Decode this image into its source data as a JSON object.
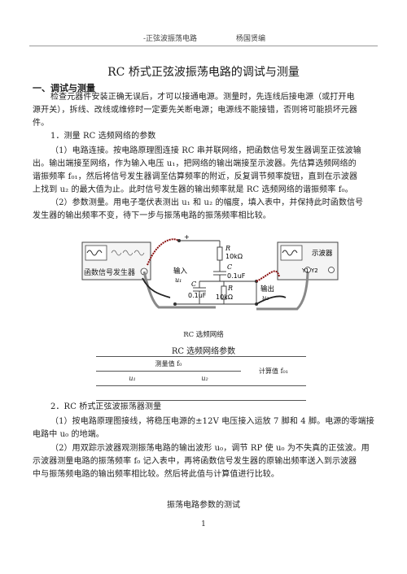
{
  "header": {
    "left": "-正弦波振荡电路",
    "right": "杨国贤编"
  },
  "title": "RC 桥式正弦波振荡电路的调试与测量",
  "section1": {
    "heading": "一、调试与测量",
    "intro": [
      "检查元器件安装正确无误后，才可以接通电源。测量时，先连线后接电源（或打开电",
      "源开关），拆线、改线或维修时一定要先关断电源；电源线不能接错，否则将可能损坏元器",
      "件。"
    ],
    "step1_title": "1．测量 RC 选频网络的参数",
    "step1_p1": [
      "（1）电路连接。按电路原理图连接 RC 串并联网络，把函数信号发生器调至正弦波输",
      "出。输出端接至网络，作为输入电压 u₁，把网络的输出端接至示波器。先估算选频网络的",
      "谐振频率 f₀₁，然后将信号发生器调至估算频率的附近，反复调节频率旋钮，直到在示波器",
      "上找到 u₂ 的最大值为止。此时信号发生器的输出频率就是 RC 选频网络的谐振频率 f₀。"
    ],
    "step1_p2": [
      "（2）参数测量。用电子毫伏表测出 u₁ 和 u₂ 的幅度，填入表中，并保持此时函数信号",
      "发生器的输出频率不变，待下一步与振荡电路的振荡频率相比较。"
    ]
  },
  "diagram": {
    "generator_label": "函数信号发生器",
    "scope_label": "示波器",
    "scope_channels": "Y1 Y2",
    "input_label": "输入",
    "input_var": "u₁",
    "output_label": "输出",
    "output_var": "u₂",
    "r_top": "R",
    "r_top_value": "10kΩ",
    "c_top": "C",
    "c_top_value": "0.1uF",
    "c_bottom": "C",
    "c_bottom_value": "0.1uF",
    "r_bottom": "R",
    "r_bottom_value": "10kΩ",
    "plus": "+",
    "caption": "RC 选频网络"
  },
  "table": {
    "title": "RC 选频网络参数",
    "header_measured": "测量值 f₀",
    "header_calc": "计算值 f₀₁",
    "sub_u1": "u₁",
    "sub_u2": "u₂"
  },
  "section2": {
    "step2_title": "2．RC 桥式正弦波振荡器测量",
    "p1": [
      "（1）按电路原理图接线，将稳压电源的±12V 电压接入运放 7 脚和 4 脚。电源的零端接",
      "电路中 u₀ 的地端。"
    ],
    "p2": [
      "（2）用双踪示波器观测振荡电路的输出波形 u₀，调节 RP 使 u₀ 为不失真的正弦波。用",
      "示波器测量电路的振荡频率 f₀ 记入表中，再将函数信号发生器的原输出频率送入到示波器",
      "中与振荡频电路的输出频率相比较。然后将此值与计算值进行比较。"
    ],
    "table2_title": "振荡电路参数的测试"
  },
  "page_number": "1"
}
